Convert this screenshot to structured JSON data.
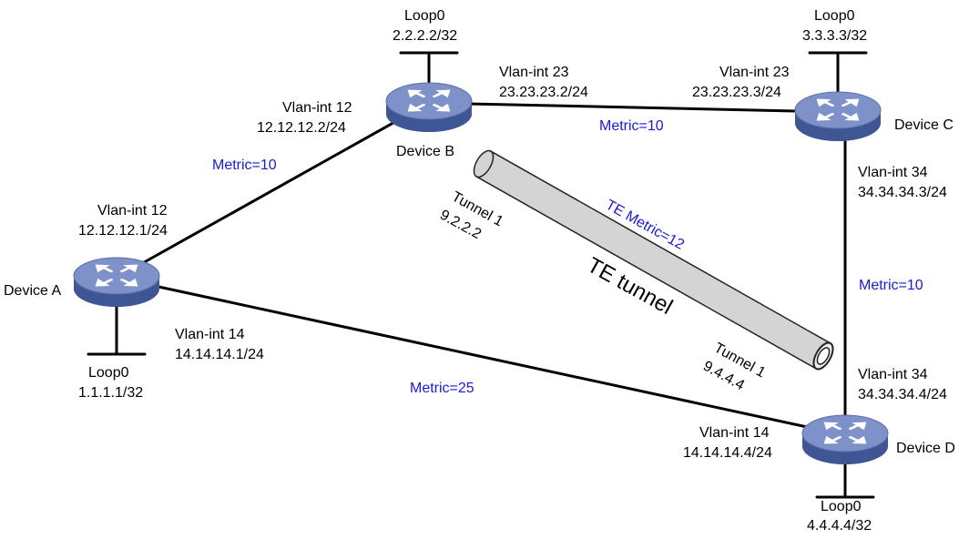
{
  "colors": {
    "metric": "#1a1ad6",
    "router_top": "#7e92c9",
    "router_side": "#3f5694",
    "router_arrow": "#ffffff",
    "tunnel_fill": "#d4d4d4",
    "tunnel_stroke": "#222222"
  },
  "icons": {
    "router": "router-icon"
  },
  "devices": {
    "a": {
      "name": "Device A"
    },
    "b": {
      "name": "Device B"
    },
    "c": {
      "name": "Device C"
    },
    "d": {
      "name": "Device D"
    }
  },
  "loopbacks": {
    "a": {
      "name": "Loop0",
      "ip": "1.1.1.1/32"
    },
    "b": {
      "name": "Loop0",
      "ip": "2.2.2.2/32"
    },
    "c": {
      "name": "Loop0",
      "ip": "3.3.3.3/32"
    },
    "d": {
      "name": "Loop0",
      "ip": "4.4.4.4/32"
    }
  },
  "interfaces": {
    "a_ab": {
      "name": "Vlan-int 12",
      "ip": "12.12.12.1/24"
    },
    "b_ab": {
      "name": "Vlan-int 12",
      "ip": "12.12.12.2/24"
    },
    "b_bc": {
      "name": "Vlan-int 23",
      "ip": "23.23.23.2/24"
    },
    "c_bc": {
      "name": "Vlan-int 23",
      "ip": "23.23.23.3/24"
    },
    "c_cd": {
      "name": "Vlan-int 34",
      "ip": "34.34.34.3/24"
    },
    "d_cd": {
      "name": "Vlan-int 34",
      "ip": "34.34.34.4/24"
    },
    "a_ad": {
      "name": "Vlan-int 14",
      "ip": "14.14.14.1/24"
    },
    "d_ad": {
      "name": "Vlan-int 14",
      "ip": "14.14.14.4/24"
    }
  },
  "metrics": {
    "ab": "Metric=10",
    "bc": "Metric=10",
    "cd": "Metric=10",
    "ad": "Metric=25"
  },
  "tunnel": {
    "label": "TE tunnel",
    "te_metric": "TE Metric=12",
    "end_b": {
      "name": "Tunnel 1",
      "ip": "9.2.2.2"
    },
    "end_d": {
      "name": "Tunnel 1",
      "ip": "9.4.4.4"
    }
  }
}
